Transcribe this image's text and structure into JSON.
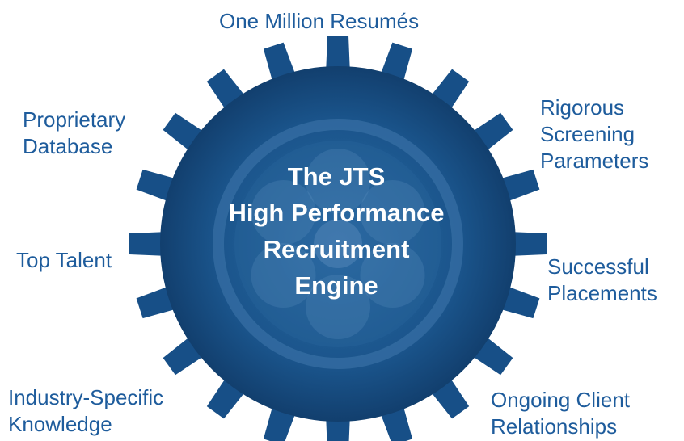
{
  "center": {
    "line1": "The JTS",
    "line2": "High Performance",
    "line3": "Recruitment",
    "line4": "Engine"
  },
  "labels": {
    "top": [
      "One Million Resumés"
    ],
    "upper_left": [
      "Proprietary",
      "Database"
    ],
    "upper_right": [
      "Rigorous",
      "Screening",
      "Parameters"
    ],
    "middle_left": [
      "Top Talent"
    ],
    "middle_right": [
      "Successful",
      "Placements"
    ],
    "lower_left": [
      "Industry-Specific",
      "Knowledge"
    ],
    "lower_right": [
      "Ongoing Client",
      "Relationships"
    ]
  },
  "colors": {
    "gear": "#174f87",
    "label_text": "#1e5c9c",
    "center_text": "#ffffff"
  }
}
